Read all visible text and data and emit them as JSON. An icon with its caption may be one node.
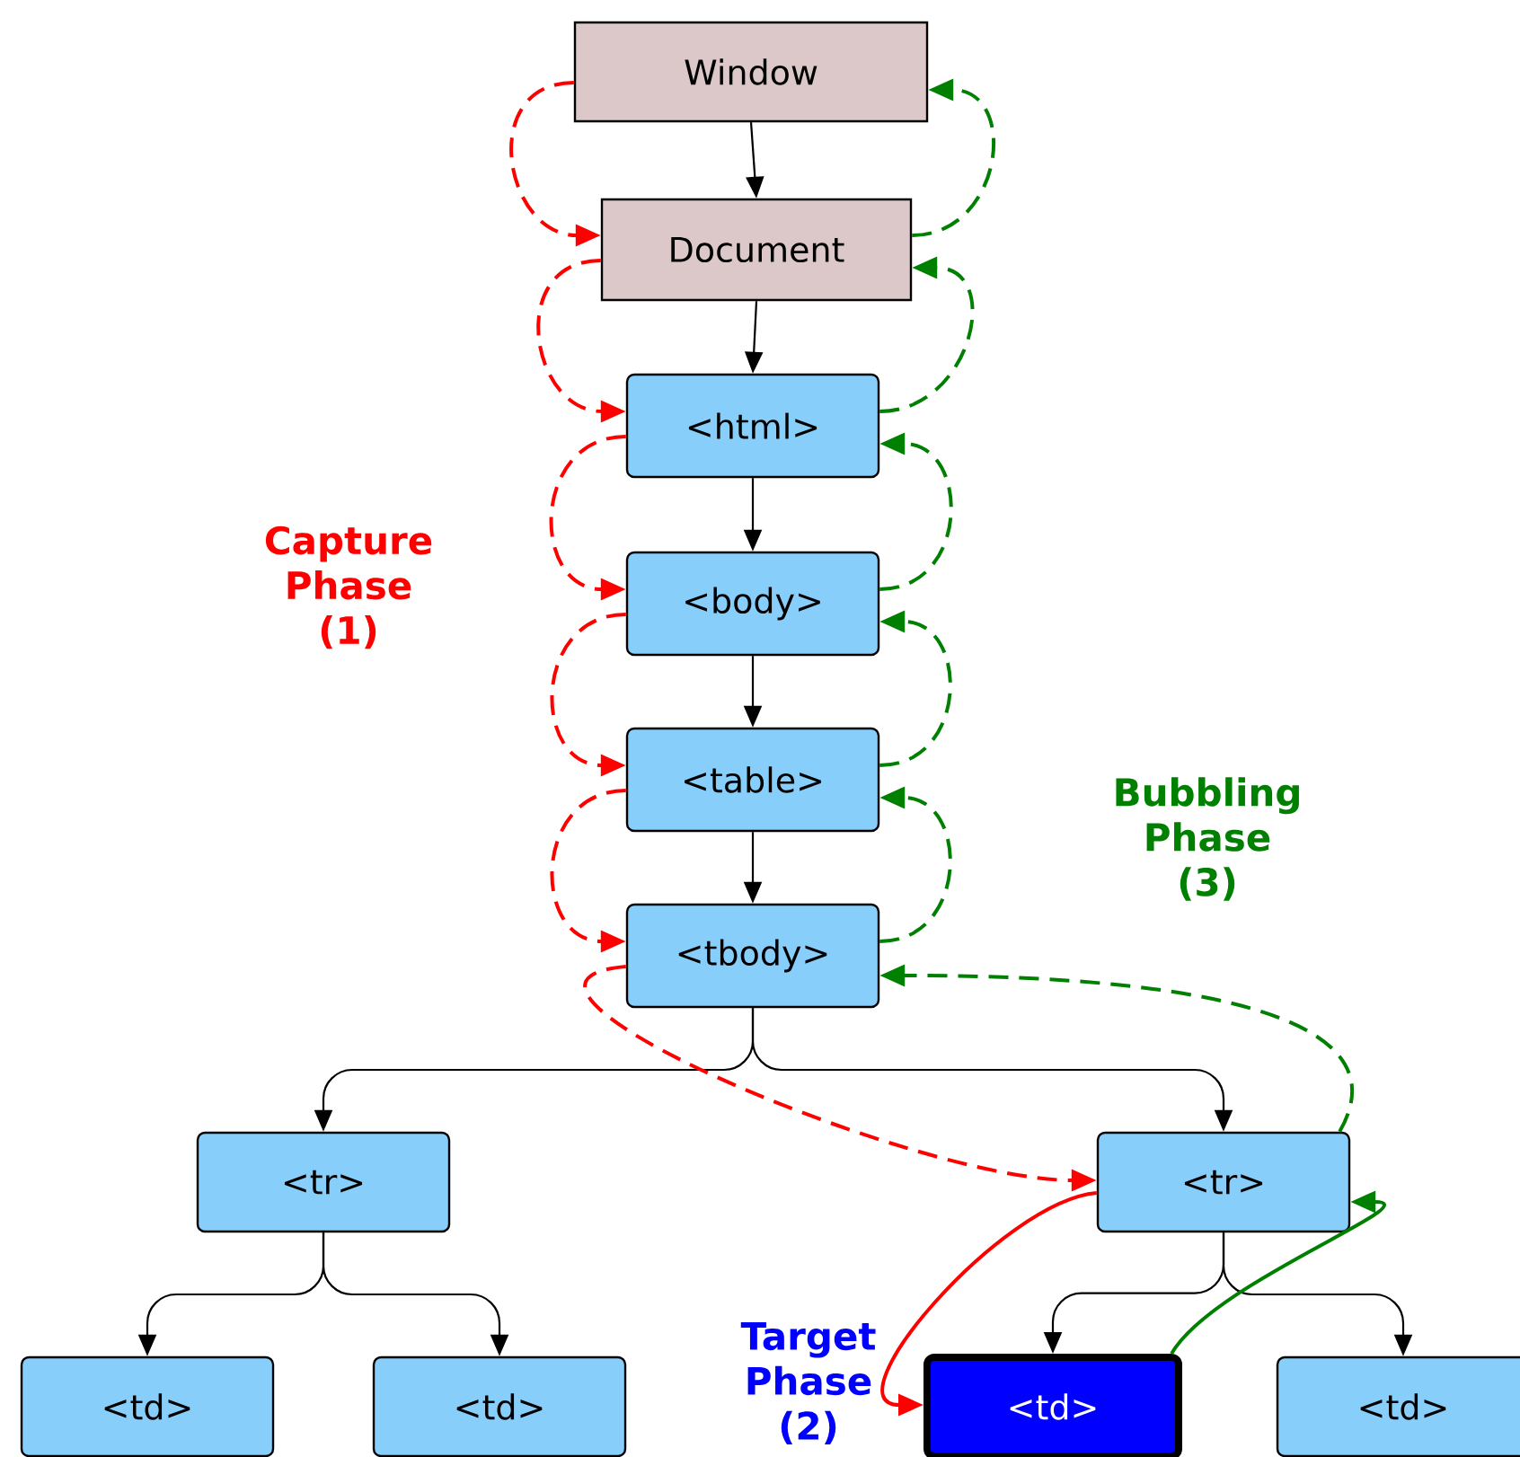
{
  "diagram": {
    "nodes": [
      {
        "text": [
          "Window"
        ]
      },
      {
        "text": [
          "Document"
        ]
      },
      {
        "text": [
          "<html>"
        ]
      },
      {
        "text": [
          "<body>"
        ]
      },
      {
        "text": [
          "<table>"
        ]
      },
      {
        "text": [
          "<tbody>"
        ]
      },
      {
        "text": [
          "<tr>"
        ]
      },
      {
        "text": [
          "<tr>"
        ]
      },
      {
        "text": [
          "<td>"
        ]
      },
      {
        "text": [
          "<td>"
        ]
      },
      {
        "text": [
          "<td>"
        ]
      },
      {
        "text": [
          "<td>"
        ]
      }
    ],
    "edges": [
      {
        "from": 0,
        "to": 1,
        "arrow": "to"
      },
      {
        "from": 1,
        "to": 2,
        "arrow": "to"
      },
      {
        "from": 2,
        "to": 3,
        "arrow": "to"
      },
      {
        "from": 3,
        "to": 4,
        "arrow": "to"
      },
      {
        "from": 4,
        "to": 5,
        "arrow": "to"
      },
      {
        "from": 5,
        "to": 6,
        "arrow": "to"
      },
      {
        "from": 5,
        "to": 7,
        "arrow": "to"
      },
      {
        "from": 6,
        "to": 8,
        "arrow": "to"
      },
      {
        "from": 6,
        "to": 9,
        "arrow": "to"
      },
      {
        "from": 7,
        "to": 10,
        "arrow": "to"
      },
      {
        "from": 7,
        "to": 11,
        "arrow": "to"
      },
      {
        "from": 0,
        "to": 1,
        "arrow": "to",
        "style": "dashed",
        "color": "#ff0000"
      },
      {
        "from": 1,
        "to": 2,
        "arrow": "to",
        "style": "dashed",
        "color": "#ff0000"
      },
      {
        "from": 2,
        "to": 3,
        "arrow": "to",
        "style": "dashed",
        "color": "#ff0000"
      },
      {
        "from": 3,
        "to": 4,
        "arrow": "to",
        "style": "dashed",
        "color": "#ff0000"
      },
      {
        "from": 4,
        "to": 5,
        "arrow": "to",
        "style": "dashed",
        "color": "#ff0000"
      },
      {
        "from": 5,
        "to": 7,
        "arrow": "to",
        "style": "dashed",
        "color": "#ff0000"
      },
      {
        "from": 7,
        "to": 10,
        "arrow": "to",
        "color": "#ff0000"
      },
      {
        "from": 10,
        "to": 7,
        "arrow": "to",
        "color": "#008000"
      },
      {
        "from": 7,
        "to": 5,
        "arrow": "to",
        "style": "dashed",
        "color": "#008000"
      },
      {
        "from": 5,
        "to": 4,
        "arrow": "to",
        "style": "dashed",
        "color": "#008000"
      },
      {
        "from": 4,
        "to": 3,
        "arrow": "to",
        "style": "dashed",
        "color": "#008000"
      },
      {
        "from": 3,
        "to": 2,
        "arrow": "to",
        "style": "dashed",
        "color": "#008000"
      },
      {
        "from": 2,
        "to": 1,
        "arrow": "to",
        "style": "dashed",
        "color": "#008000"
      },
      {
        "from": 1,
        "to": 0,
        "arrow": "to",
        "style": "dashed",
        "color": "#008000"
      }
    ],
    "labels": [
      "Capture Phase (1)",
      "Bubbling Phase (3)",
      "Target Phase (2)"
    ]
  }
}
